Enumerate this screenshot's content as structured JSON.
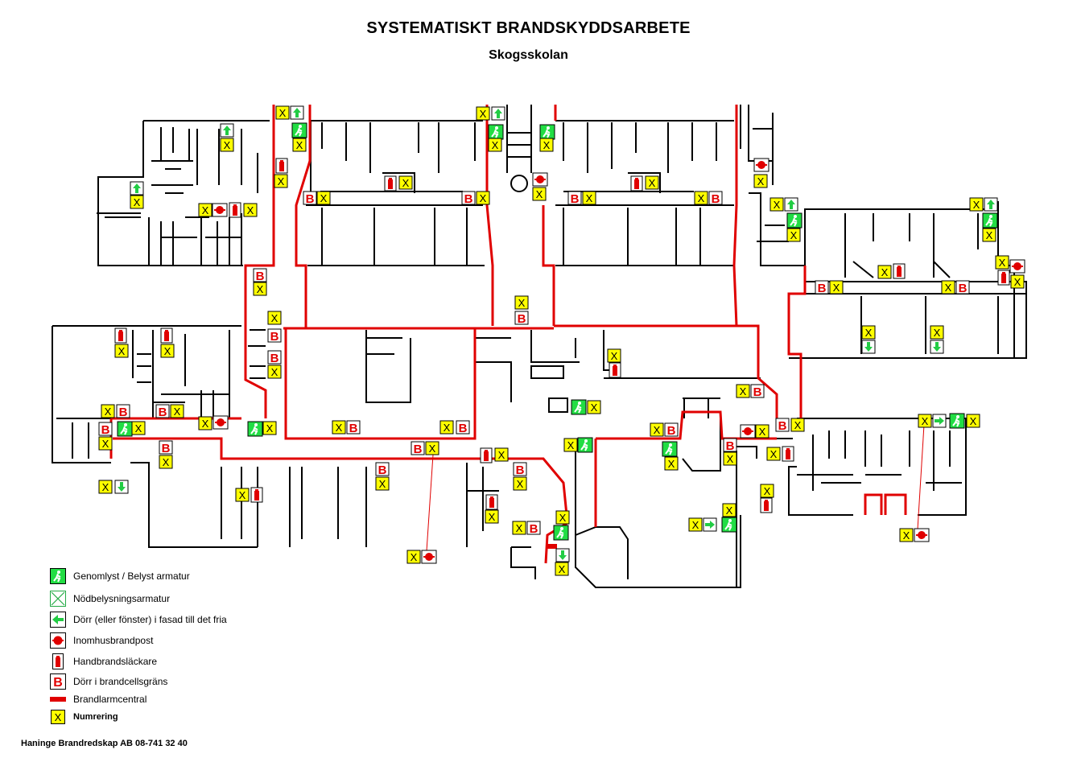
{
  "title": "SYSTEMATISKT BRANDSKYDDSARBETE",
  "subtitle": "Skogsskolan",
  "legend": [
    {
      "key": "exit_sign",
      "label": "Genomlyst / Belyst armatur",
      "icon": "running-man-green-icon"
    },
    {
      "key": "emergency_light",
      "label": "Nödbelysningsarmatur",
      "icon": "emergency-light-icon"
    },
    {
      "key": "exit_door",
      "label": "Dörr (eller fönster) i fasad till det fria",
      "icon": "green-arrow-icon"
    },
    {
      "key": "hydrant",
      "label": "Inomhusbrandpost",
      "icon": "fire-hose-icon"
    },
    {
      "key": "extinguisher",
      "label": "Handbrandsläckare",
      "icon": "extinguisher-icon"
    },
    {
      "key": "fire_door",
      "label": "Dörr i brandcellsgräns",
      "icon": "b-door-icon"
    },
    {
      "key": "alarm_central",
      "label": "Brandlarmcentral",
      "icon": "red-bar-icon"
    },
    {
      "key": "numbering",
      "label": "Numrering",
      "icon": "x-marker-icon"
    }
  ],
  "symbols": {
    "x": "X",
    "b": "B"
  },
  "footer": "Haninge Brandredskap AB 08-741 32 40",
  "colors": {
    "wall": "#000000",
    "fire_boundary": "#e00000",
    "exit_green": "#22dd44",
    "marker_yellow": "#ffff00"
  }
}
